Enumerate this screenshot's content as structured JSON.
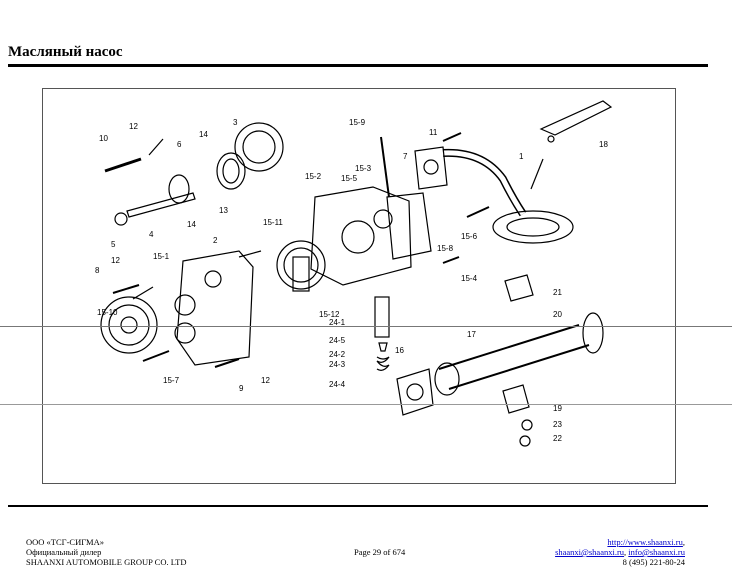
{
  "page": {
    "title": "Масляный насос"
  },
  "diagram": {
    "labels": {
      "l1": "1",
      "l2": "2",
      "l3": "3",
      "l4": "4",
      "l5": "5",
      "l6": "6",
      "l7": "7",
      "l8": "8",
      "l9": "9",
      "l10": "10",
      "l11": "11",
      "l12a": "12",
      "l12b": "12",
      "l12c": "12",
      "l13": "13",
      "l14a": "14",
      "l14b": "14",
      "l15_1": "15-1",
      "l15_2": "15-2",
      "l15_3": "15-3",
      "l15_4": "15-4",
      "l15_5": "15-5",
      "l15_6": "15-6",
      "l15_7": "15-7",
      "l15_8": "15-8",
      "l15_9": "15-9",
      "l15_10": "15-10",
      "l15_11": "15-11",
      "l15_12": "15-12",
      "l16": "16",
      "l17": "17",
      "l18": "18",
      "l19": "19",
      "l20": "20",
      "l21": "21",
      "l22": "22",
      "l23": "23",
      "l24_1": "24-1",
      "l24_2": "24-2",
      "l24_3": "24-3",
      "l24_4": "24-4",
      "l24_5": "24-5"
    }
  },
  "footer": {
    "company": "ООО «ТСГ-СИГМА»",
    "dealer": "Официальный дилер",
    "group": "SHAANXI AUTOMOBILE GROUP CO. LTD",
    "page": "Page 29 of 674",
    "website": "http://www.shaanxi.ru",
    "website_suffix": ",",
    "email1": "shaanxi@shaanxi.ru",
    "sep": ",",
    "email2": "info@shaanxi.ru",
    "phone": "8 (495) 221-80-24"
  }
}
